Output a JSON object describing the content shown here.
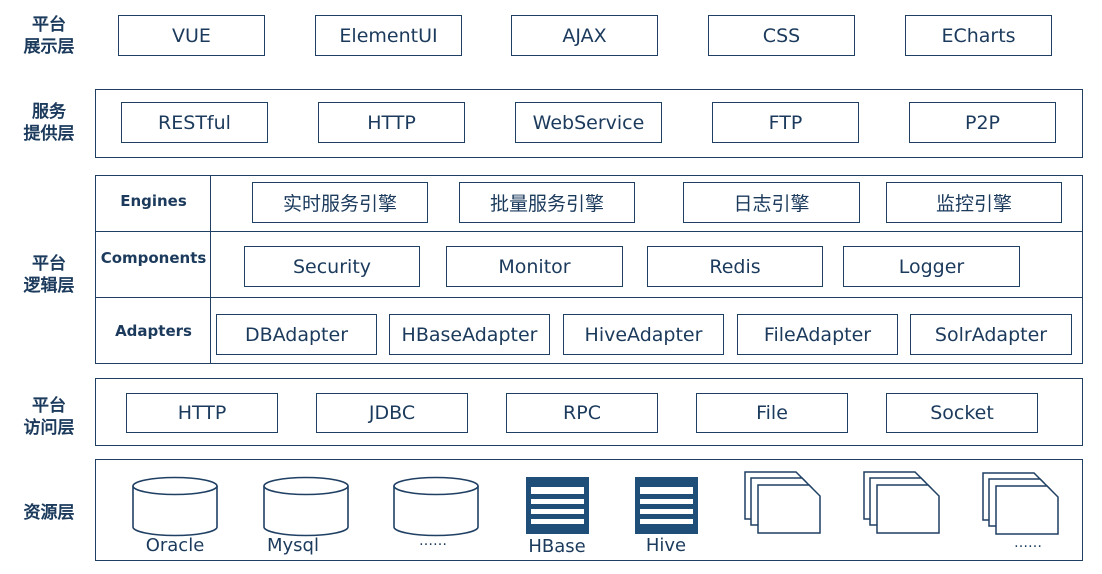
{
  "layers": {
    "display": {
      "label": [
        "平台",
        "展示层"
      ],
      "items": [
        "VUE",
        "ElementUI",
        "AJAX",
        "CSS",
        "ECharts"
      ]
    },
    "service": {
      "label": [
        "服务",
        "提供层"
      ],
      "items": [
        "RESTful",
        "HTTP",
        "WebService",
        "FTP",
        "P2P"
      ]
    },
    "logic": {
      "label": [
        "平台",
        "逻辑层"
      ],
      "engines": {
        "label": "Engines",
        "items": [
          "实时服务引擎",
          "批量服务引擎",
          "日志引擎",
          "监控引擎"
        ]
      },
      "components": {
        "label": "Components",
        "items": [
          "Security",
          "Monitor",
          "Redis",
          "Logger"
        ]
      },
      "adapters": {
        "label": "Adapters",
        "items": [
          "DBAdapter",
          "HBaseAdapter",
          "HiveAdapter",
          "FileAdapter",
          "SolrAdapter"
        ]
      }
    },
    "access": {
      "label": [
        "平台",
        "访问层"
      ],
      "items": [
        "HTTP",
        "JDBC",
        "RPC",
        "File",
        "Socket"
      ]
    },
    "resource": {
      "label": "资源层",
      "items": [
        {
          "icon": "database-icon",
          "label": "Oracle"
        },
        {
          "icon": "database-icon",
          "label": "Mysql"
        },
        {
          "icon": "database-icon",
          "label": "……"
        },
        {
          "icon": "table-icon",
          "label": "HBase"
        },
        {
          "icon": "table-icon",
          "label": "Hive"
        },
        {
          "icon": "documents-icon",
          "label": ""
        },
        {
          "icon": "documents-icon",
          "label": ""
        },
        {
          "icon": "documents-icon",
          "label": "……"
        }
      ]
    }
  },
  "colors": {
    "border": "#1f3f63",
    "text": "#1b3a5c",
    "icon_fill": "#1f4e79"
  }
}
